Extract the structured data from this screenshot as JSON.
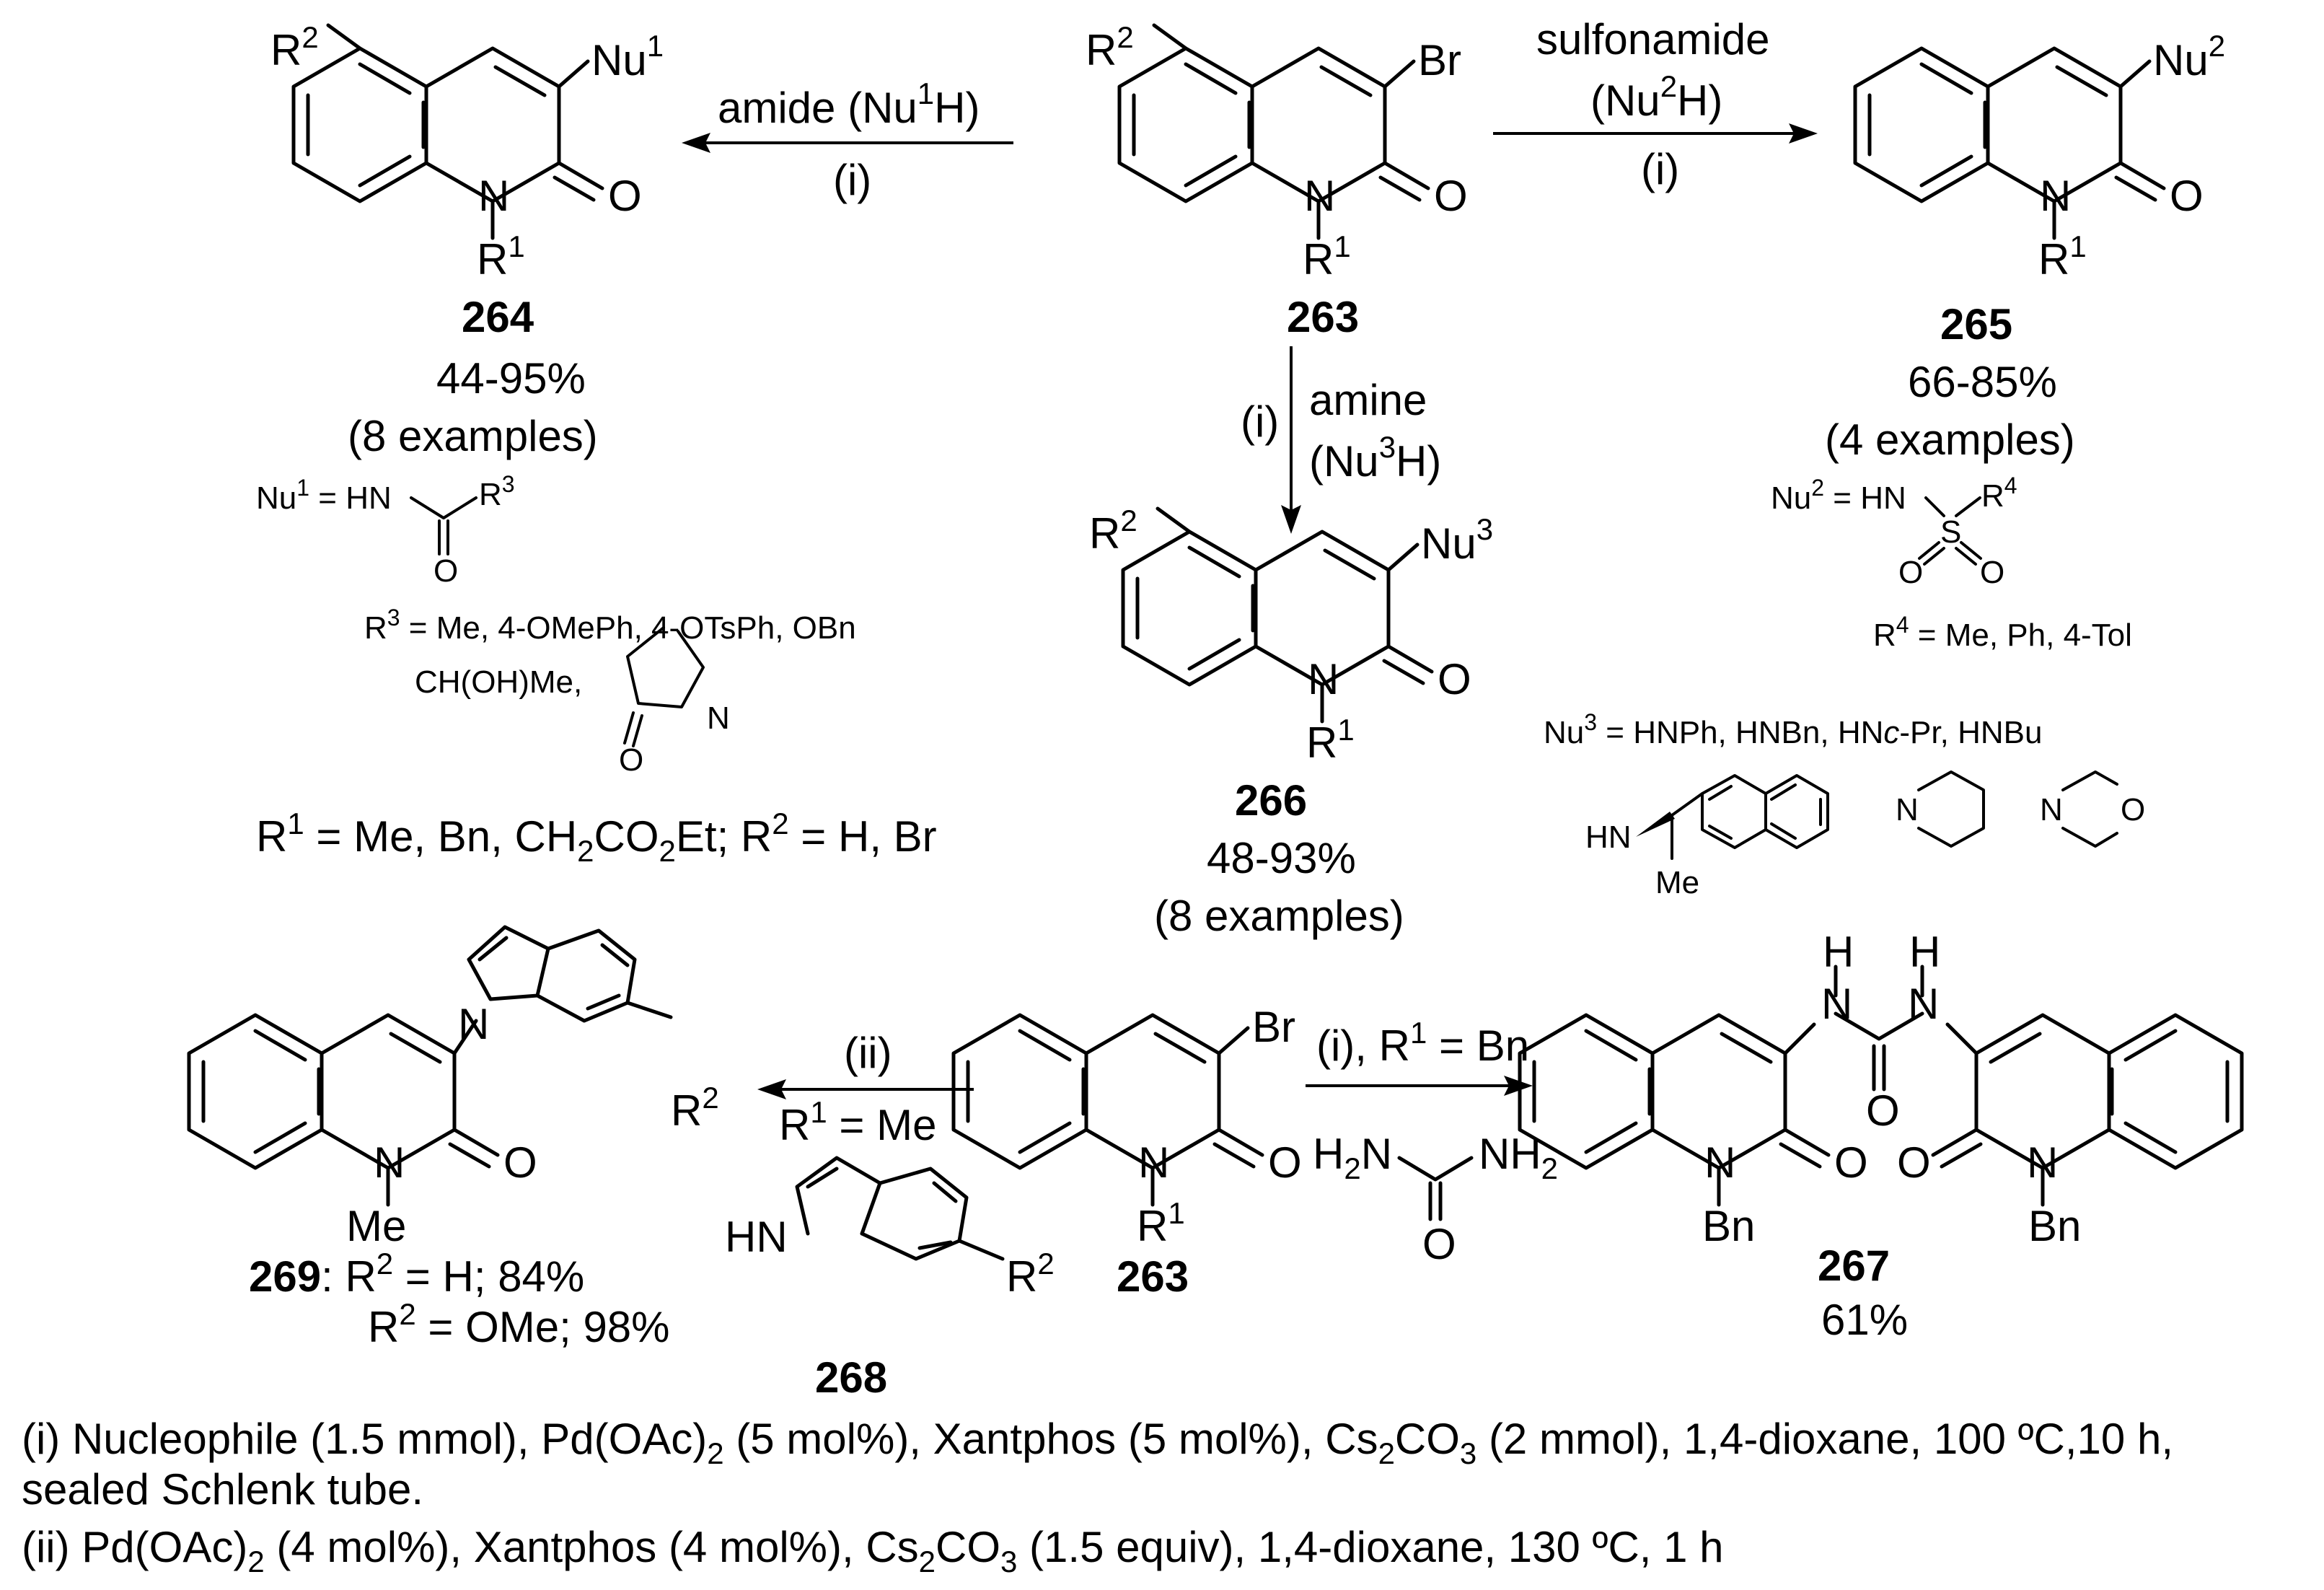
{
  "compounds": {
    "c263_top": {
      "id": "263",
      "r2": "R",
      "r2_sup": "2",
      "br": "Br",
      "n": "N",
      "o": "O",
      "r1": "R",
      "r1_sup": "1"
    },
    "c264": {
      "id": "264",
      "r2": "R",
      "r2_sup": "2",
      "nu": "Nu",
      "nu_sup": "1",
      "n": "N",
      "o": "O",
      "r1": "R",
      "r1_sup": "1",
      "yield": "44-95%",
      "examples": "(8 examples)"
    },
    "c265": {
      "id": "265",
      "nu": "Nu",
      "nu_sup": "2",
      "n": "N",
      "o": "O",
      "r1": "R",
      "r1_sup": "1",
      "yield": "66-85%",
      "examples": "(4 examples)"
    },
    "c266": {
      "id": "266",
      "r2": "R",
      "r2_sup": "2",
      "nu": "Nu",
      "nu_sup": "3",
      "n": "N",
      "o": "O",
      "r1": "R",
      "r1_sup": "1",
      "yield": "48-93%",
      "examples": "(8 examples)"
    },
    "c263_bottom": {
      "id": "263",
      "br": "Br",
      "n": "N",
      "o": "O",
      "r1": "R",
      "r1_sup": "1"
    },
    "c267": {
      "id": "267",
      "yield": "61%",
      "h": "H",
      "n": "N",
      "o": "O",
      "bn": "Bn"
    },
    "c268": {
      "id": "268",
      "hn": "HN",
      "r2": "R",
      "r2_sup": "2"
    },
    "c269": {
      "id": "269",
      "n": "N",
      "o": "O",
      "me": "Me",
      "r2": "R",
      "r2_sup": "2",
      "line1": ": R",
      "line1_sup": "2",
      "line1_rest": " = H; 84%",
      "line2": "R",
      "line2_sup": "2",
      "line2_rest": " = OMe; 98%"
    }
  },
  "arrows": {
    "amide": {
      "line1": "amide (Nu",
      "line1_sup": "1",
      "line1_end": "H)",
      "cond": "(i)"
    },
    "sulfonamide": {
      "line1": "sulfonamide",
      "line2": "(Nu",
      "line2_sup": "2",
      "line2_end": "H)",
      "cond": "(i)"
    },
    "amine": {
      "cond": "(i)",
      "line1": "amine",
      "line2": "(Nu",
      "line2_sup": "3",
      "line2_end": "H)"
    },
    "indole": {
      "cond": "(ii)",
      "line1": "R",
      "line1_sup": "1",
      "line1_end": " = Me"
    },
    "urea": {
      "cond": "(i), R",
      "cond_sup": "1",
      "cond_end": " = Bn",
      "h2n": "H",
      "h2n_sub": "2",
      "h2n_end": "N",
      "nh2": "NH",
      "nh2_sub": "2",
      "o": "O"
    }
  },
  "definitions": {
    "nu1": {
      "prefix": "Nu",
      "sup": "1",
      "eq": " = HN",
      "r3": "R",
      "r3_sup": "3",
      "o": "O"
    },
    "r3": {
      "line1": "R",
      "line1_sup": "3",
      "line1_rest": " = Me, 4-OMePh, 4-OTsPh, OBn",
      "line2": "CH(OH)Me,",
      "pyr_n": "N",
      "pyr_o": "O"
    },
    "r1r2": {
      "a": "R",
      "a_sup": "1",
      "b": " = Me, Bn, CH",
      "b_sub": "2",
      "c": "CO",
      "c_sub": "2",
      "d": "Et; R",
      "d_sup": "2",
      "e": " = H, Br"
    },
    "nu2": {
      "prefix": "Nu",
      "sup": "2",
      "eq": " = HN",
      "s": "S",
      "o1": "O",
      "o2": "O",
      "r4": "R",
      "r4_sup": "4"
    },
    "r4": {
      "text": "R",
      "sup": "4",
      "rest": " = Me, Ph, 4-Tol"
    },
    "nu3": {
      "prefix": "Nu",
      "sup": "3",
      "eq": " = HNPh, HNBn, HN",
      "italic": "c",
      "rest": "-Pr, HNBu",
      "hn": "HN",
      "me": "Me",
      "pip_n": "N",
      "mor_n": "N",
      "mor_o": "O"
    }
  },
  "footnotes": {
    "i_a": "(i) Nucleophile (1.5 mmol), Pd(OAc)",
    "i_a_sub": "2",
    "i_b": " (5 mol%), Xantphos (5 mol%), Cs",
    "i_b_sub": "2",
    "i_c": "CO",
    "i_c_sub": "3",
    "i_d": " (2 mmol), 1,4-dioxane, 100 ºC,10 h,",
    "i_line2": "sealed Schlenk tube.",
    "ii_a": "(ii) Pd(OAc)",
    "ii_a_sub": "2",
    "ii_b": " (4 mol%), Xantphos (4 mol%), Cs",
    "ii_b_sub": "2",
    "ii_c": "CO",
    "ii_c_sub": "3",
    "ii_d": " (1.5 equiv), 1,4-dioxane, 130 ºC, 1 h"
  }
}
